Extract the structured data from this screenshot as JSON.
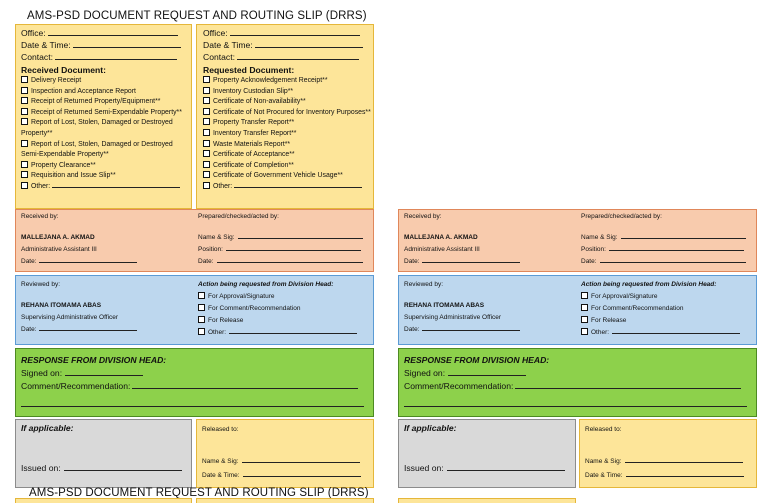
{
  "form": {
    "title": "AMS-PSD DOCUMENT REQUEST AND ROUTING SLIP (DRRS)",
    "bottom_title": "AMS-PSD DOCUMENT REQUEST AND ROUTING SLIP (DRRS)"
  },
  "left_info": {
    "office": "Office:",
    "date_time": "Date & Time:",
    "contact": "Contact:",
    "heading": "Received Document:",
    "items": [
      "Delivery Receipt",
      "Inspection and Acceptance Report",
      "Receipt of Returned Property/Equipment**",
      "Receipt of Returned Semi-Expendable Property**",
      "Report of Lost, Stolen, Damaged or Destroyed Property**",
      "Report of Lost, Stolen, Damaged or Destroyed Semi-Expendable Property**",
      "Property Clearance**",
      "Requisition and Issue Slip**",
      "Other:"
    ]
  },
  "right_info": {
    "office": "Office:",
    "date_time": "Date & Time:",
    "contact": "Contact:",
    "heading": "Requested Document:",
    "items": [
      "Property Acknowledgement Receipt**",
      "Inventory Custodian Slip**",
      "Certificate of Non-availability**",
      "Certificate of Not Procured for Inventory Purposes**",
      "Property Transfer Report**",
      "Inventory Transfer Report**",
      "Waste Materials Report**",
      "Certificate of Acceptance**",
      "Certificate of Completion**",
      "Certificate of Government Vehicle Usage**",
      "Other:"
    ]
  },
  "received": {
    "label": "Received by:",
    "name": "MALLEJANA A. AKMAD",
    "position": "Administrative Assistant III",
    "date": "Date:",
    "prepared_label": "Prepared/checked/acted by:",
    "name_sig": "Name & Sig:",
    "position_label": "Position:",
    "date2": "Date:"
  },
  "reviewed": {
    "label": "Reviewed by:",
    "name": "REHANA ITOMAMA ABAS",
    "position": "Supervising Administrative Officer",
    "date": "Date:",
    "action_label": "Action being requested from Division Head:",
    "actions": [
      "For Approval/Signature",
      "For Comment/Recommendation",
      "For Release",
      "Other:"
    ]
  },
  "response": {
    "heading": "RESPONSE FROM DIVISION HEAD:",
    "signed_on": "Signed on:",
    "comment": "Comment/Recommendation:"
  },
  "applicable": {
    "heading": "If applicable:",
    "issued_on": "Issued on:",
    "released_to": "Released to:",
    "name_sig": "Name & Sig:",
    "date_time": "Date & Time:"
  }
}
